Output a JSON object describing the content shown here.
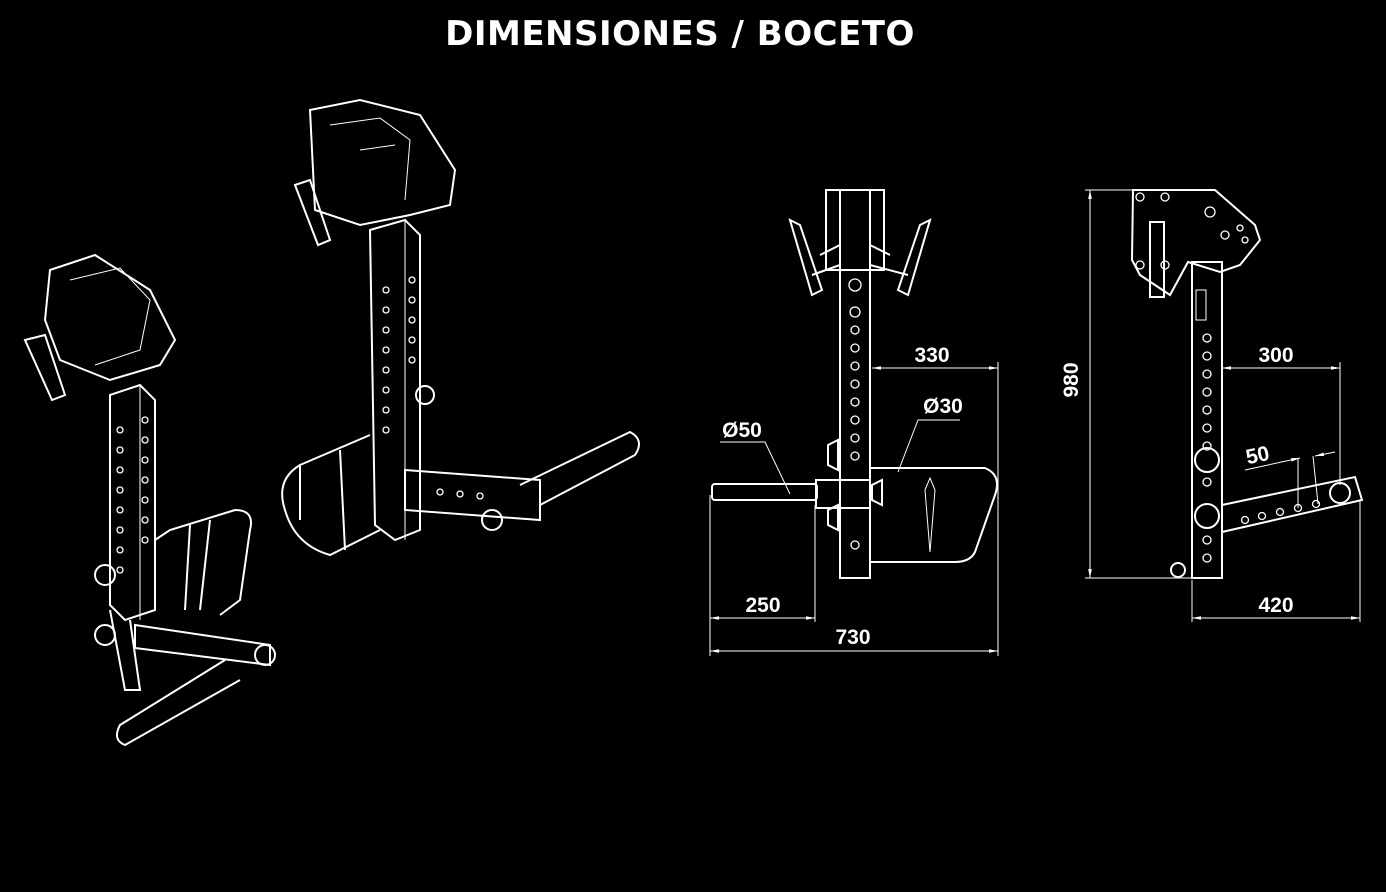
{
  "title": "DIMENSIONES / BOCETO",
  "front_view": {
    "dim_arm_width": "330",
    "dim_tube_dia": "Ø30",
    "dim_bar_dia": "Ø50",
    "dim_bar_length": "250",
    "dim_total_width": "730"
  },
  "side_view": {
    "dim_height": "980",
    "dim_arm_offset": "300",
    "dim_hole_spacing": "50",
    "dim_total_depth": "420"
  },
  "colors": {
    "background": "#000000",
    "lines": "#ffffff"
  }
}
